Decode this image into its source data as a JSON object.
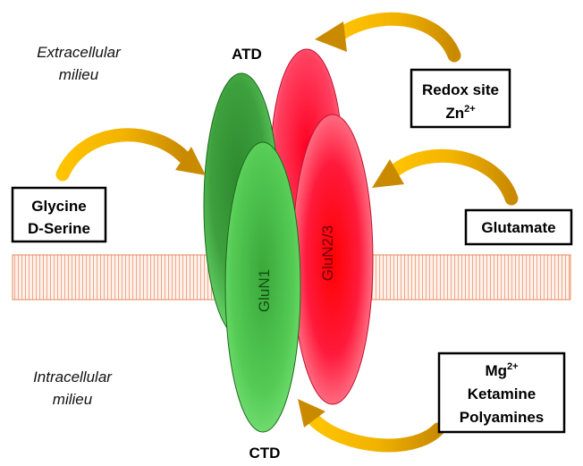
{
  "regions": {
    "extracellular_line1": "Extracellular",
    "extracellular_line2": "milieu",
    "intracellular_line1": "Intracellular",
    "intracellular_line2": "milieu"
  },
  "domains": {
    "top": "ATD",
    "bottom": "CTD"
  },
  "subunits": {
    "glun1": "GluN1",
    "glun2": "GluN2/3"
  },
  "boxes": {
    "redox_line1": "Redox site",
    "redox_zn_base": "Zn",
    "redox_zn_sup": "2+",
    "glycine_line1": "Glycine",
    "glycine_line2": "D-Serine",
    "glutamate": "Glutamate",
    "mg_base": "Mg",
    "mg_sup": "2+",
    "ketamine": "Ketamine",
    "polyamines": "Polyamines"
  },
  "colors": {
    "green": "#3fbf3f",
    "red": "#ff1a3c",
    "arrow": "#f2b300",
    "membrane": "#f2a585"
  }
}
